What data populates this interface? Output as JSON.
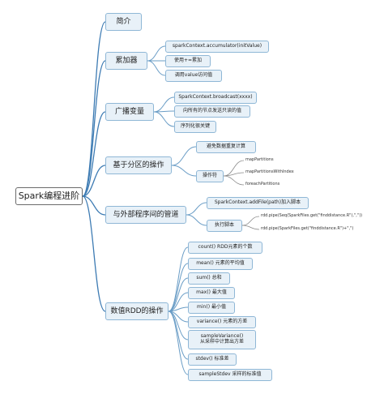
{
  "root": {
    "label": "Spark编程进阶"
  },
  "branches": [
    {
      "id": "intro",
      "label": "简介",
      "children": []
    },
    {
      "id": "accumulator",
      "label": "累加器",
      "children": [
        {
          "label": "sparkContext.accumulator(initValue)"
        },
        {
          "label": "使用+=累加"
        },
        {
          "label": "调用value访问值"
        }
      ]
    },
    {
      "id": "broadcast",
      "label": "广播变量",
      "children": [
        {
          "label": "SparkContext.broadcast(xxxx)"
        },
        {
          "label": "向所有的节点发送只读的值"
        },
        {
          "label": "序列化很关键"
        }
      ]
    },
    {
      "id": "partition",
      "label": "基于分区的操作",
      "children": [
        {
          "label": "避免数据重复计算"
        },
        {
          "label": "操作符",
          "children": [
            {
              "label": "mapPartitions"
            },
            {
              "label": "mapPartitionsWithIndex"
            },
            {
              "label": "foreachPartitions"
            }
          ]
        }
      ]
    },
    {
      "id": "pipe",
      "label": "与外部程序间的管道",
      "children": [
        {
          "label": "SparkContext.addFile(path)加入脚本"
        },
        {
          "label": "执行脚本",
          "children": [
            {
              "label": "rdd.pipe(Seq(SparkFiles.get(\"finddistance.R\"),\",\"))"
            },
            {
              "label": "rdd.pipe(SparkFiles.get(\"finddistance.R\")+\",\")"
            }
          ]
        }
      ]
    },
    {
      "id": "numeric",
      "label": "数值RDD的操作",
      "children": [
        {
          "label": "count() RDD元素的个数"
        },
        {
          "label": "mean() 元素的平均值"
        },
        {
          "label": "sum() 总和"
        },
        {
          "label": "max() 最大值"
        },
        {
          "label": "min() 最小值"
        },
        {
          "label": "variance() 元素的方差"
        },
        {
          "label": "sampleVariance()",
          "label2": "从采样中计算出方差"
        },
        {
          "label": "stdev() 标准差"
        },
        {
          "label": "sampleStdev 采样的标准值"
        }
      ]
    }
  ]
}
